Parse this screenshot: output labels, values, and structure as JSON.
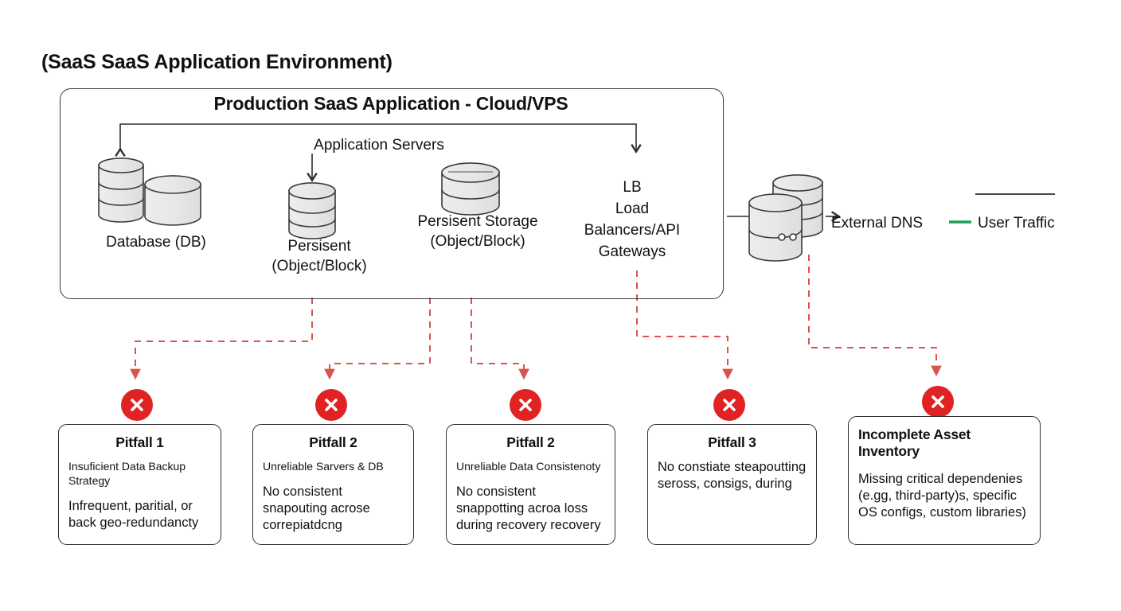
{
  "diagram": {
    "env_title": "(SaaS SaaS Application Environment)",
    "container_title": "Production SaaS Application - Cloud/VPS",
    "accent_red": "#e02222",
    "connector_red": "#d9534f",
    "line_gray": "#3a3a3a",
    "user_traffic_green": "#1f9d55",
    "components": [
      {
        "id": "app-servers",
        "label": "Application Servers",
        "icon": "none"
      },
      {
        "id": "database",
        "label": "Database (DB)",
        "icon": "database-cylinder-icon"
      },
      {
        "id": "persisent",
        "label": "Persisent\n(Object/Block)",
        "icon": "storage-cylinder-icon"
      },
      {
        "id": "persisent-storage",
        "label": "Persisent Storage\n(Object/Block)",
        "icon": "storage-cylinder-icon"
      },
      {
        "id": "load-balancer",
        "label": "LB\nLoad\nBalancers/API\nGateways",
        "icon": "none"
      },
      {
        "id": "external-dns",
        "label": "External DNS",
        "icon": "server-stack-icon"
      }
    ],
    "legend": {
      "user_traffic_label": "User Traffic",
      "user_traffic_color": "#1f9d55"
    },
    "pitfalls": [
      {
        "heading": "Pitfall 1",
        "subtitle": "Insuficient Data Backup Strategy",
        "body": "Infrequent, paritial, or back geo-redundancty",
        "badge": "error-x-icon"
      },
      {
        "heading": "Pitfall 2",
        "subtitle": "Unreliable Sarvers & DB",
        "body": "No consistent snapouting acrose correpiatdcng",
        "badge": "error-x-icon"
      },
      {
        "heading": "Pitfall 2",
        "subtitle": "Unreliable Data Consistenoty",
        "body": "No consistent snappotting acroa loss during recovery recovery",
        "badge": "error-x-icon"
      },
      {
        "heading": "Pitfall 3",
        "subtitle": "",
        "body": "No constiate steapoutting seross, consigs, during",
        "badge": "error-x-icon"
      },
      {
        "heading": "Incomplete Asset Inventory",
        "subtitle": "",
        "body": "Missing critical dependenies (e.gg, third-party)s, specific OS configs, custom libraries)",
        "badge": "error-x-icon"
      }
    ]
  }
}
